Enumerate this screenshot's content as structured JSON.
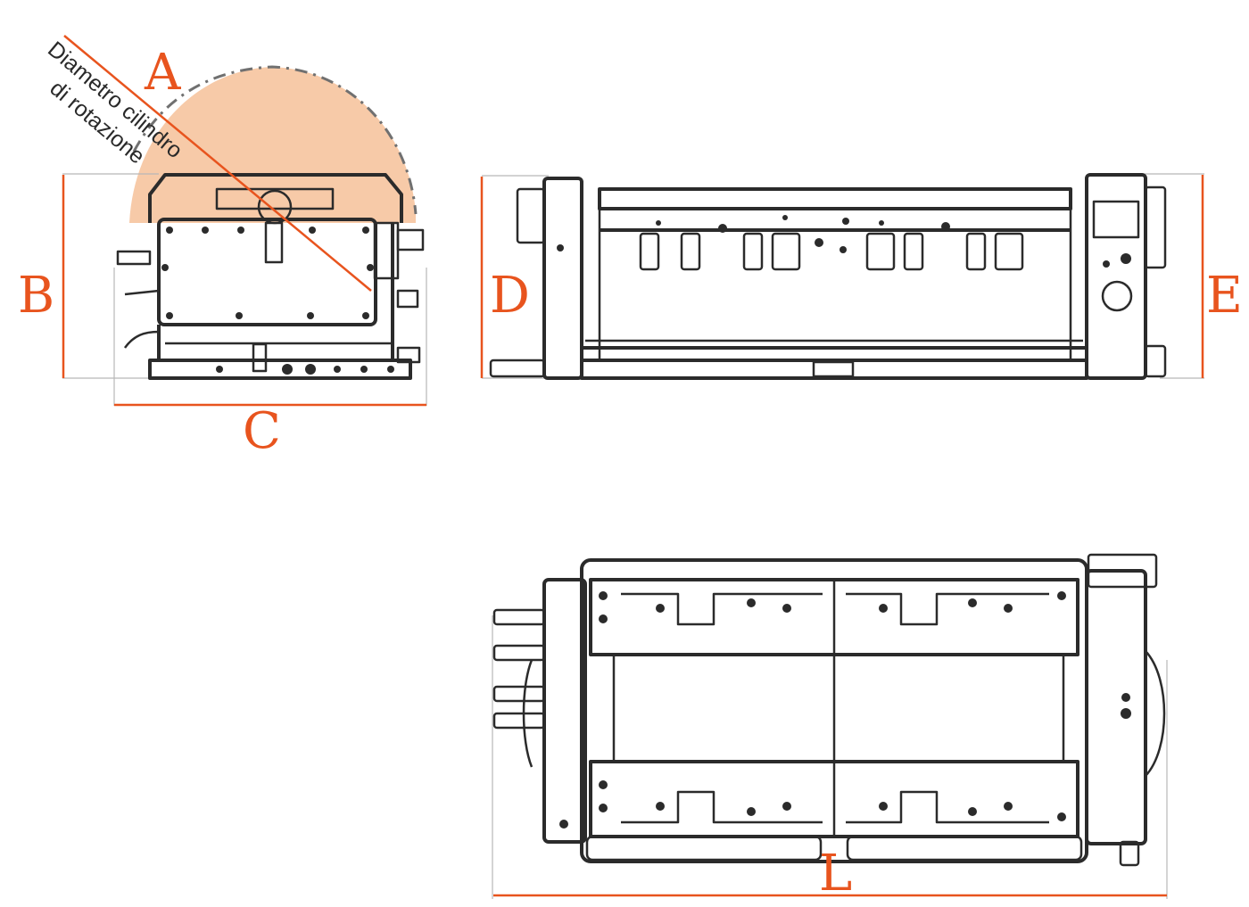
{
  "labels": {
    "A": "A",
    "B": "B",
    "C": "C",
    "D": "D",
    "E": "E",
    "L": "L"
  },
  "annotation": {
    "line1": "Diametro cilindro",
    "line2": "di rotazione"
  },
  "colors": {
    "dimension": "#e8541e",
    "rotation_fill": "#f7caa8",
    "rotation_outline": "#707070",
    "linework": "#2b2b2b"
  }
}
